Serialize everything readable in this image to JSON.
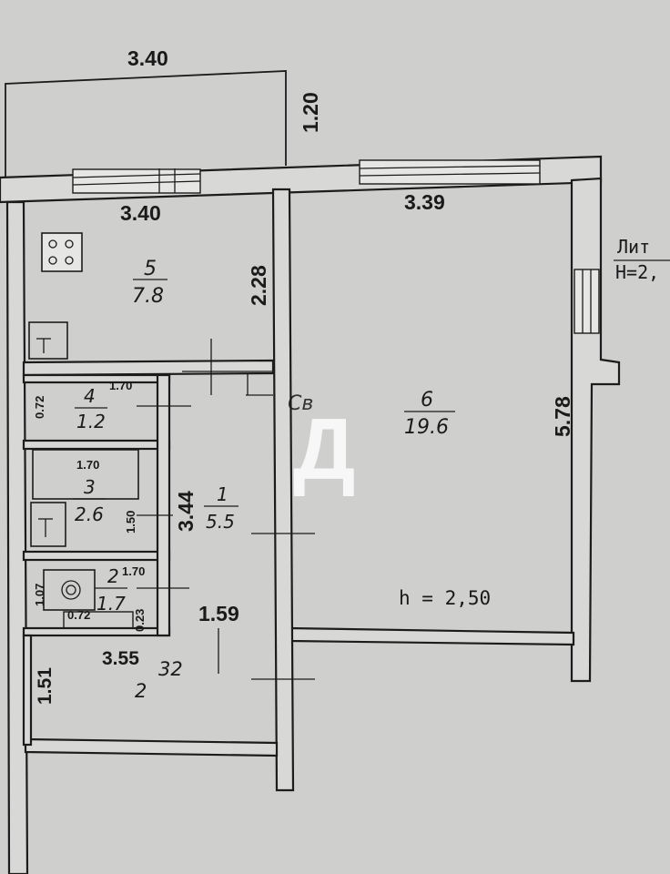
{
  "plan": {
    "balcony": {
      "width": "3.40",
      "depth": "1.20"
    },
    "kitchen_width": "3.40",
    "room_width": "3.39",
    "kitchen_depth": "2.28",
    "room_depth": "5.78",
    "hall_length": "3.44",
    "hall_width": "1.59",
    "corridor_length": "3.55",
    "corridor_width": "1.51",
    "corridor_extra": "32",
    "corridor_number": "2",
    "rooms": [
      {
        "number": "5",
        "area": "7.8"
      },
      {
        "number": "4",
        "area": "1.2",
        "width": "1.70",
        "depth": "0.72"
      },
      {
        "number": "3",
        "area": "2.6",
        "width": "1.70",
        "depth": "1.50"
      },
      {
        "number": "2",
        "area": "1.7",
        "width": "1.70",
        "depth": "1.07",
        "sub1": "0.72",
        "sub2": "0.23"
      },
      {
        "number": "1",
        "area": "5.5"
      },
      {
        "number": "6",
        "area": "19.6"
      }
    ],
    "ceiling_height": "h  =  2,50",
    "lit_label": "Лит",
    "lit_height": "Н=2,",
    "watermark_text": "Св",
    "watermark_letter": "Д",
    "colors": {
      "paper": "#cfcfcd",
      "ink": "#1c1c1c",
      "wall_fill": "#d8d8d6",
      "watermark": "#ffffff"
    }
  }
}
